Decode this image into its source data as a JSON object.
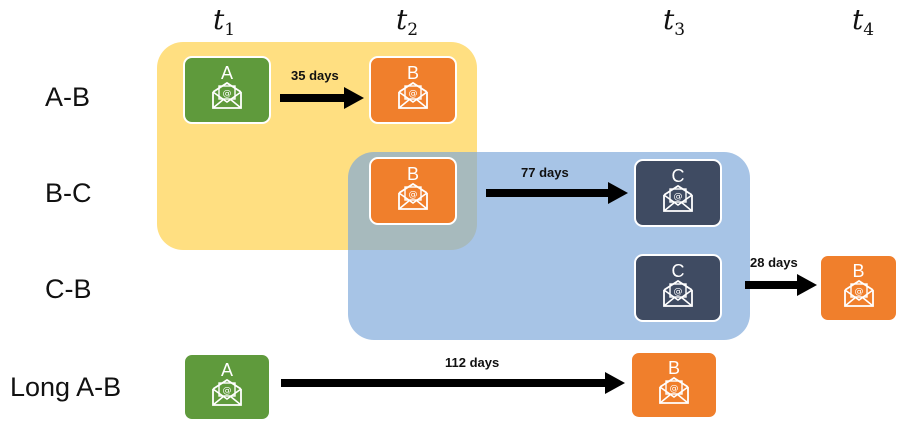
{
  "time_labels": [
    {
      "base": "t",
      "sub": "1"
    },
    {
      "base": "t",
      "sub": "2"
    },
    {
      "base": "t",
      "sub": "3"
    },
    {
      "base": "t",
      "sub": "4"
    }
  ],
  "rows": [
    "A-B",
    "B-C",
    "C-B",
    "Long A-B"
  ],
  "nodes": [
    {
      "letter": "A",
      "color": "#5f9a3c",
      "icon": "email-envelope-icon"
    },
    {
      "letter": "B",
      "color": "#f07f2c",
      "icon": "email-envelope-icon"
    },
    {
      "letter": "B",
      "color": "#f07f2c",
      "icon": "email-envelope-icon"
    },
    {
      "letter": "C",
      "color": "#3f4b62",
      "icon": "email-envelope-icon"
    },
    {
      "letter": "C",
      "color": "#3f4b62",
      "icon": "email-envelope-icon"
    },
    {
      "letter": "B",
      "color": "#f07f2c",
      "icon": "email-envelope-icon"
    },
    {
      "letter": "A",
      "color": "#5f9a3c",
      "icon": "email-envelope-icon"
    },
    {
      "letter": "B",
      "color": "#f07f2c",
      "icon": "email-envelope-icon"
    }
  ],
  "intervals": [
    "35 days",
    "77 days",
    "28 days",
    "112 days"
  ],
  "colors": {
    "group_yellow": "#ffd250",
    "group_blue": "#7da8da",
    "arrow": "#000000"
  }
}
